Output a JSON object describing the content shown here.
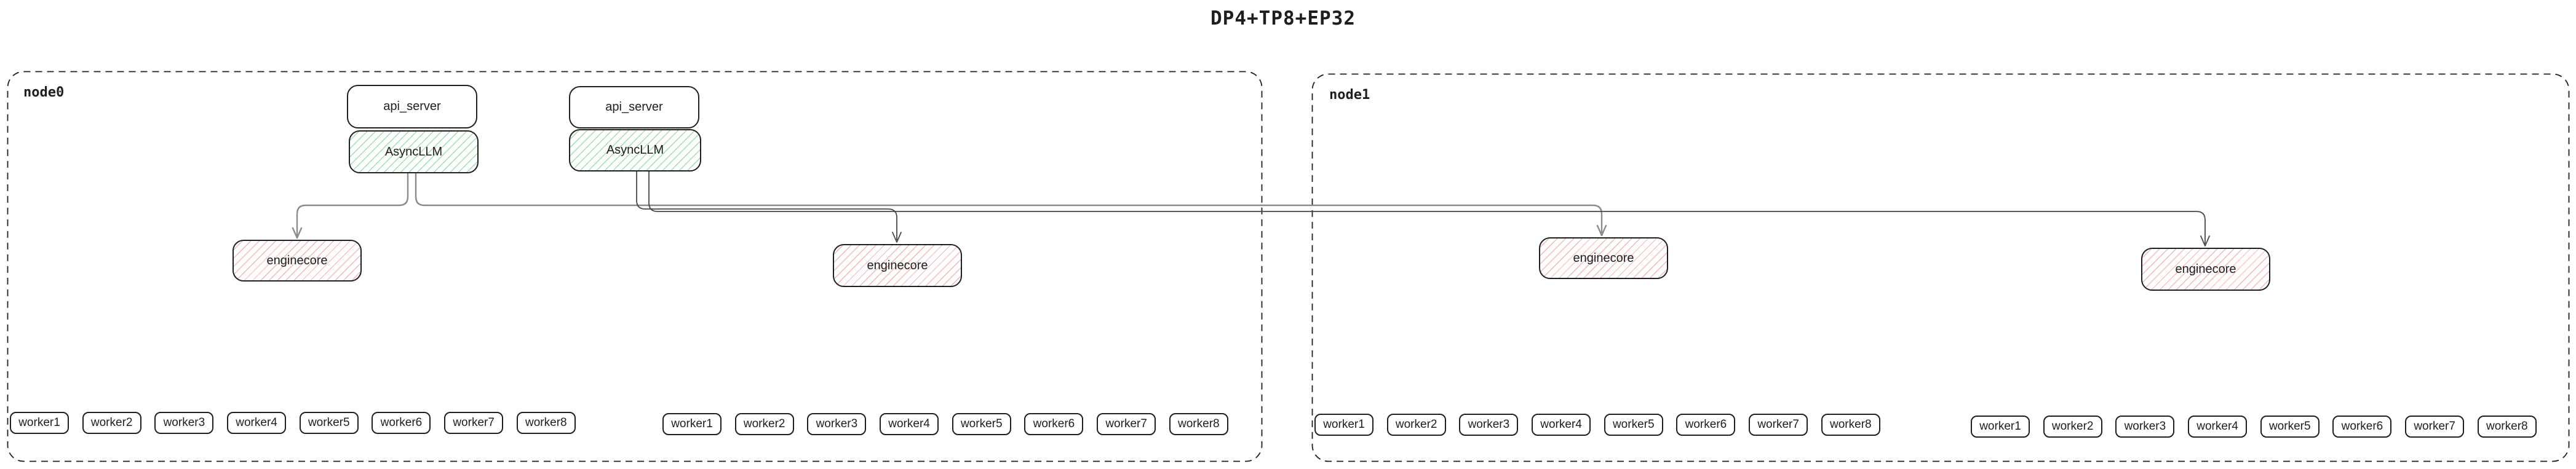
{
  "title": "DP4+TP8+EP32",
  "colors": {
    "ink": "#1e1e1e",
    "asyncllm_hatch": "#40c057",
    "enginecore_hatch": "#e06e6e",
    "arrow_gray": "#8a8a8a",
    "arrow_dark": "#474747"
  },
  "nodes": [
    {
      "label": "node0",
      "stacks": [
        {
          "api_server": "api_server",
          "asyncllm": "AsyncLLM"
        },
        {
          "api_server": "api_server",
          "asyncllm": "AsyncLLM"
        }
      ],
      "enginecores": [
        "enginecore",
        "enginecore"
      ],
      "worker_groups": [
        [
          "worker1",
          "worker2",
          "worker3",
          "worker4",
          "worker5",
          "worker6",
          "worker7",
          "worker8"
        ],
        [
          "worker1",
          "worker2",
          "worker3",
          "worker4",
          "worker5",
          "worker6",
          "worker7",
          "worker8"
        ]
      ]
    },
    {
      "label": "node1",
      "stacks": [],
      "enginecores": [
        "enginecore",
        "enginecore"
      ],
      "worker_groups": [
        [
          "worker1",
          "worker2",
          "worker3",
          "worker4",
          "worker5",
          "worker6",
          "worker7",
          "worker8"
        ],
        [
          "worker1",
          "worker2",
          "worker3",
          "worker4",
          "worker5",
          "worker6",
          "worker7",
          "worker8"
        ]
      ]
    }
  ]
}
